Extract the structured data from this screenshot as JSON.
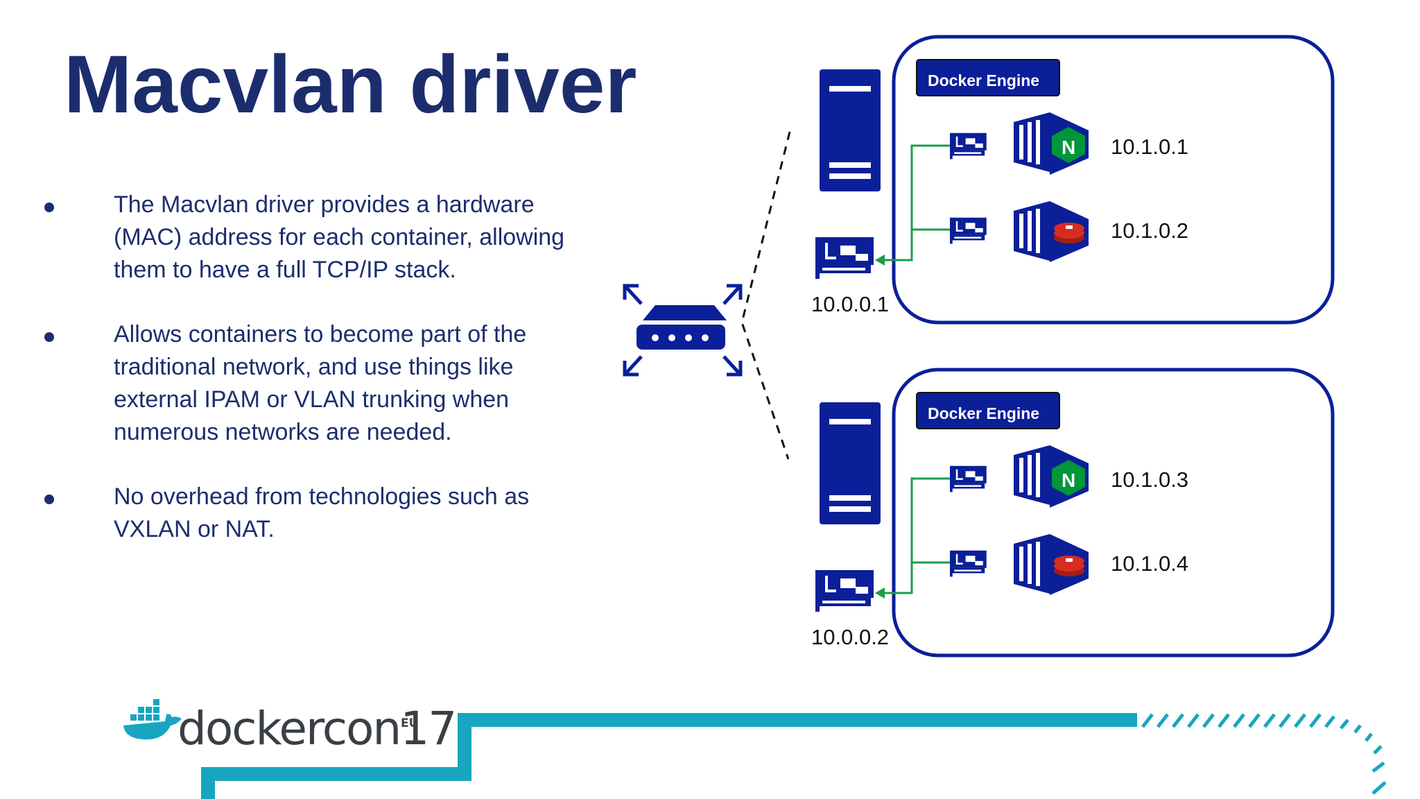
{
  "title": "Macvlan driver",
  "bullets": [
    "The Macvlan driver provides a hardware (MAC) address for each container, allowing them to have a full TCP/IP stack.",
    "Allows containers to become part of the traditional network, and use things like external IPAM or VLAN trunking when numerous networks are needed.",
    "No overhead from technologies such as VXLAN or NAT."
  ],
  "hosts": [
    {
      "engine_label": "Docker Engine",
      "host_ip": "10.0.0.1",
      "containers": [
        {
          "ip": "10.1.0.1",
          "app_icon": "nginx-icon"
        },
        {
          "ip": "10.1.0.2",
          "app_icon": "redis-icon"
        }
      ]
    },
    {
      "engine_label": "Docker Engine",
      "host_ip": "10.0.0.2",
      "containers": [
        {
          "ip": "10.1.0.3",
          "app_icon": "nginx-icon"
        },
        {
          "ip": "10.1.0.4",
          "app_icon": "redis-icon"
        }
      ]
    }
  ],
  "logo": {
    "text": "dockercon17",
    "region": "EU"
  },
  "colors": {
    "navy": "#1c2d6e",
    "icon_blue": "#0b1f99",
    "link_green": "#1a9e4a",
    "nginx_green": "#009639",
    "redis_red": "#d82c20",
    "teal": "#17a6c0"
  }
}
